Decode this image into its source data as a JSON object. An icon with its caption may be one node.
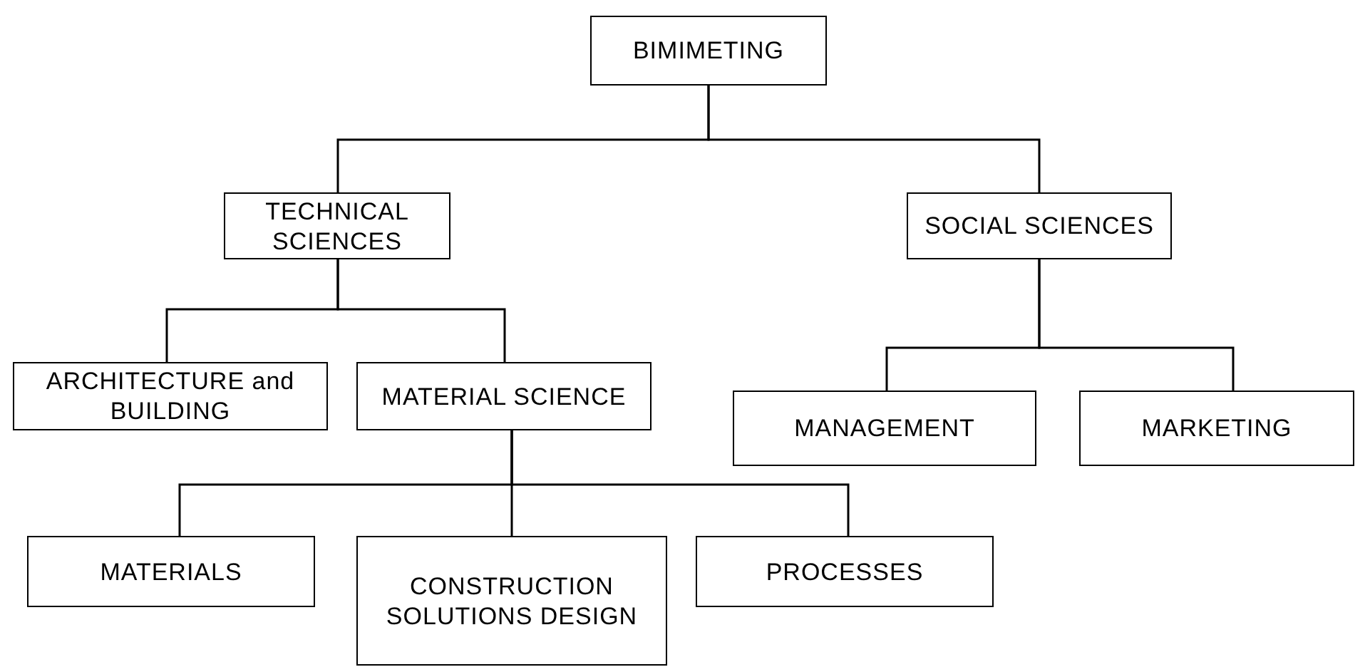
{
  "diagram": {
    "nodes": [
      {
        "text": [
          "BIMIMETING"
        ]
      },
      {
        "text": [
          "TECHNICAL SCIENCES"
        ]
      },
      {
        "text": [
          "SOCIAL SCIENCES"
        ]
      },
      {
        "text": [
          "ARCHITECTURE and BUILDING"
        ]
      },
      {
        "text": [
          "MATERIAL SCIENCE"
        ]
      },
      {
        "text": [
          "MANAGEMENT"
        ]
      },
      {
        "text": [
          "MARKETING"
        ]
      },
      {
        "text": [
          "MATERIALS"
        ]
      },
      {
        "text": [
          "CONSTRUCTION SOLUTIONS DESIGN"
        ]
      },
      {
        "text": [
          "PROCESSES"
        ]
      }
    ],
    "edges": [
      {
        "from": 0,
        "to": 1,
        "arrow": "none"
      },
      {
        "from": 0,
        "to": 2,
        "arrow": "none"
      },
      {
        "from": 1,
        "to": 3,
        "arrow": "none"
      },
      {
        "from": 1,
        "to": 4,
        "arrow": "none"
      },
      {
        "from": 2,
        "to": 5,
        "arrow": "none"
      },
      {
        "from": 2,
        "to": 6,
        "arrow": "none"
      },
      {
        "from": 4,
        "to": 7,
        "arrow": "none"
      },
      {
        "from": 4,
        "to": 8,
        "arrow": "none"
      },
      {
        "from": 4,
        "to": 9,
        "arrow": "none"
      }
    ]
  }
}
